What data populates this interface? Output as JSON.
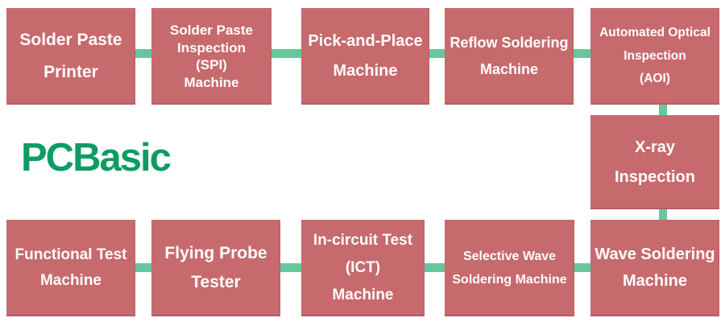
{
  "logo": {
    "text": "PCBasic",
    "color": "#0f9c64"
  },
  "colors": {
    "box_fill": "#c76a6e",
    "connector": "#66c79c",
    "text": "#fffefb",
    "background": "#ffffff",
    "logo_color": "#0f9c64"
  },
  "flow": {
    "top_row": [
      {
        "id": "solder-paste-printer",
        "label": "Solder Paste Printer",
        "lines": [
          "Solder Paste",
          "Printer"
        ]
      },
      {
        "id": "spi-machine",
        "label": "Solder Paste Inspection (SPI) Machine",
        "lines": [
          "Solder Paste",
          "Inspection",
          "(SPI)",
          "Machine"
        ]
      },
      {
        "id": "pick-and-place-machine",
        "label": "Pick-and-Place Machine",
        "lines": [
          "Pick-and-Place",
          "Machine"
        ]
      },
      {
        "id": "reflow-soldering-machine",
        "label": "Reflow Soldering Machine",
        "lines": [
          "Reflow Soldering",
          "Machine"
        ]
      },
      {
        "id": "aoi-machine",
        "label": "Automated Optical Inspection (AOI)",
        "lines": [
          "Automated Optical",
          "Inspection",
          "(AOI)"
        ]
      }
    ],
    "middle": {
      "id": "x-ray-inspection",
      "label": "X-ray Inspection",
      "lines": [
        "X-ray",
        "Inspection"
      ]
    },
    "bottom_row": [
      {
        "id": "functional-test-machine",
        "label": "Functional Test Machine",
        "lines": [
          "Functional Test",
          "Machine"
        ]
      },
      {
        "id": "flying-probe-tester",
        "label": "Flying Probe Tester",
        "lines": [
          "Flying Probe",
          "Tester"
        ]
      },
      {
        "id": "ict-machine",
        "label": "In-circuit Test (ICT) Machine",
        "lines": [
          "In-circuit Test",
          "(ICT)",
          "Machine"
        ]
      },
      {
        "id": "selective-wave-soldering-machine",
        "label": "Selective Wave Soldering Machine",
        "lines": [
          "Selective Wave",
          "Soldering Machine"
        ]
      },
      {
        "id": "wave-soldering-machine",
        "label": "Wave Soldering Machine",
        "lines": [
          "Wave Soldering",
          "Machine"
        ]
      }
    ]
  }
}
